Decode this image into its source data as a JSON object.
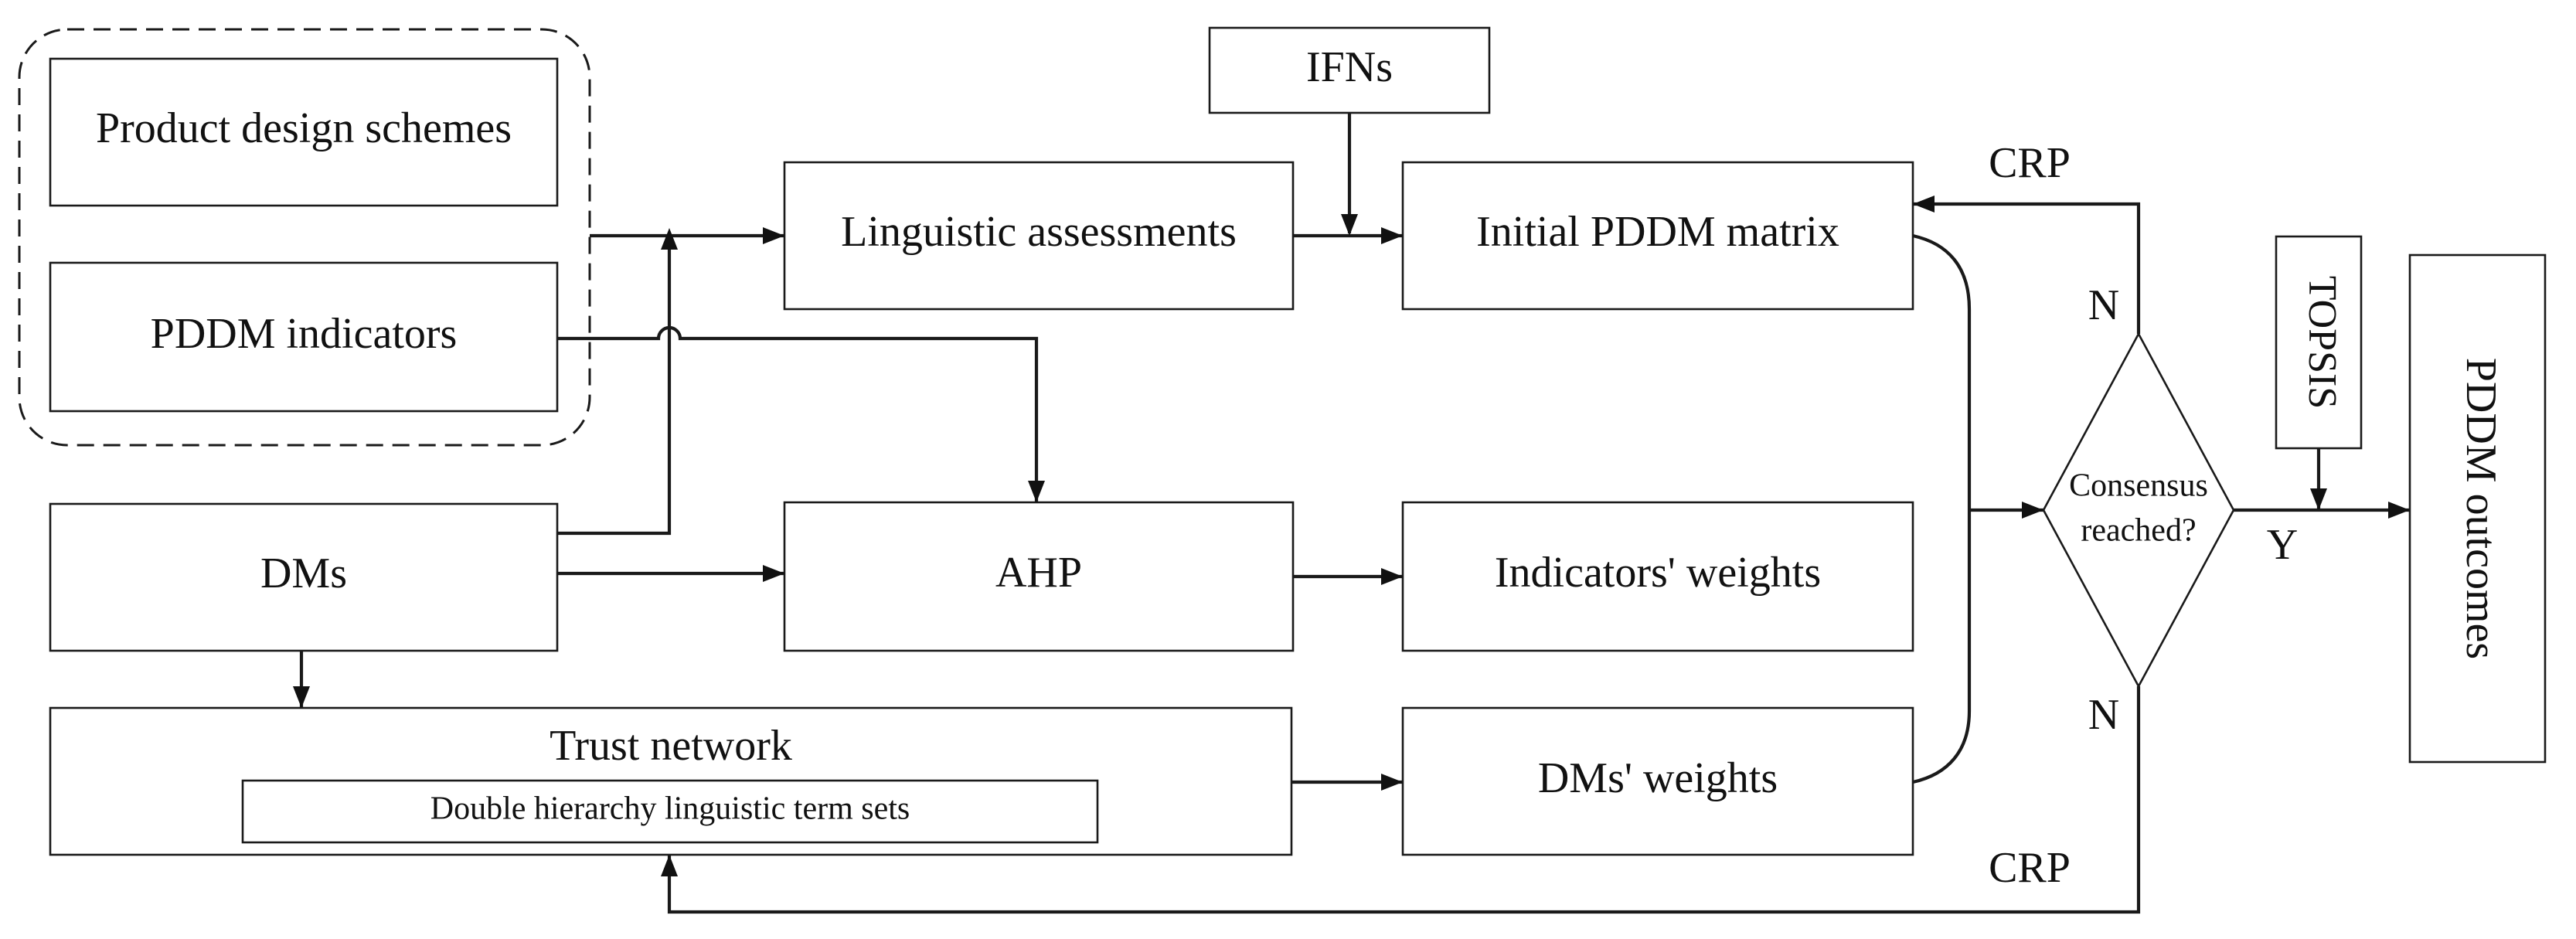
{
  "nodes": {
    "product_design_schemes": "Product design schemes",
    "pddm_indicators": "PDDM indicators",
    "dms": "DMs",
    "trust_network": "Trust network",
    "dhlts": "Double hierarchy  linguistic term sets",
    "linguistic_assessments": "Linguistic assessments",
    "ahp": "AHP",
    "ifns": "IFNs",
    "initial_pddm_matrix": "Initial PDDM matrix",
    "indicators_weights": "Indicators' weights",
    "dms_weights": "DMs' weights",
    "consensus_line1": "Consensus",
    "consensus_line2": "reached?",
    "topsis": "TOPSIS",
    "pddm_outcomes": "PDDM outcomes"
  },
  "labels": {
    "crp_top": "CRP",
    "crp_bottom": "CRP",
    "n_top": "N",
    "n_bottom": "N",
    "y": "Y"
  }
}
